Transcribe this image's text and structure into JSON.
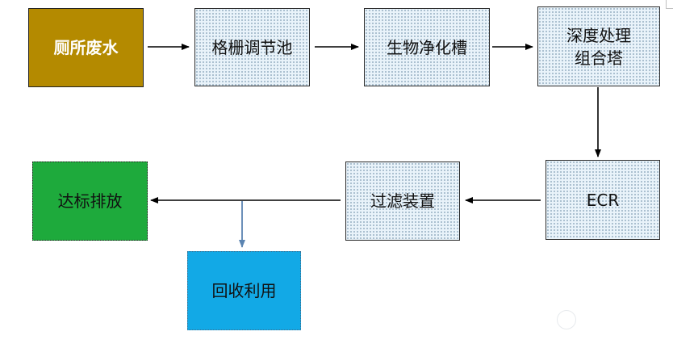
{
  "diagram": {
    "nodes": {
      "toilet_wastewater": "厕所废水",
      "grid_regulating_tank": "格栅调节池",
      "biological_purification_tank": "生物净化槽",
      "advanced_treatment_tower": "深度处理\n组合塔",
      "ecr": "ECR",
      "filtration_device": "过滤装置",
      "discharge_standard": "达标排放",
      "recycle_reuse": "回收利用"
    },
    "colors": {
      "source_fill": "#b48a00",
      "discharge_fill": "#1eaa3c",
      "recycle_fill": "#12a9e6",
      "process_fill": "#e9f3fa",
      "arrow_dark": "#000000",
      "arrow_blue": "#5b84b1"
    },
    "watermark_icon": "seal-circle-icon"
  }
}
